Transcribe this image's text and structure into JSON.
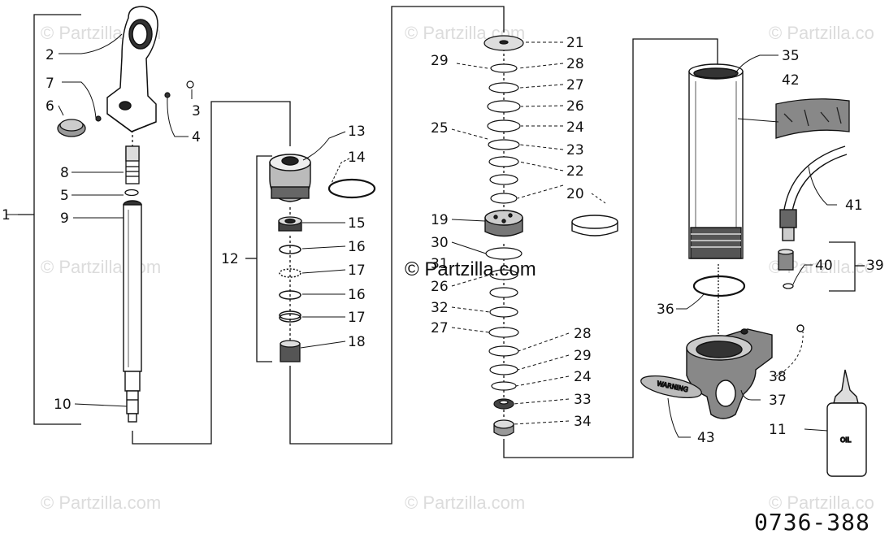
{
  "watermarks": [
    "© Partzilla.com",
    "© Partzilla.com",
    "© Partzilla.co",
    "© Partzilla.com",
    "© Partzilla.co",
    "© Partzilla.com",
    "© Partzilla.com",
    "© Partzilla.co"
  ],
  "center_watermark": "© Partzilla.com",
  "diagram_code": "0736-388",
  "warning_plate_text": "WARNING",
  "oil_bottle_text": "OIL",
  "callouts": {
    "c1": "1",
    "c2": "2",
    "c3": "3",
    "c4": "4",
    "c5": "5",
    "c6": "6",
    "c7": "7",
    "c8": "8",
    "c9": "9",
    "c10": "10",
    "c11": "11",
    "c12": "12",
    "c13": "13",
    "c14": "14",
    "c15": "15",
    "c16a": "16",
    "c16b": "16",
    "c17a": "17",
    "c17b": "17",
    "c18": "18",
    "c19": "19",
    "c20": "20",
    "c21": "21",
    "c22": "22",
    "c23": "23",
    "c24a": "24",
    "c24b": "24",
    "c25": "25",
    "c26a": "26",
    "c26b": "26",
    "c27a": "27",
    "c27b": "27",
    "c28a": "28",
    "c28b": "28",
    "c29a": "29",
    "c29b": "29",
    "c30": "30",
    "c31": "31",
    "c32": "32",
    "c33": "33",
    "c34": "34",
    "c35": "35",
    "c36": "36",
    "c37": "37",
    "c38": "38",
    "c39": "39",
    "c40": "40",
    "c41": "41",
    "c42": "42",
    "c43": "43"
  }
}
